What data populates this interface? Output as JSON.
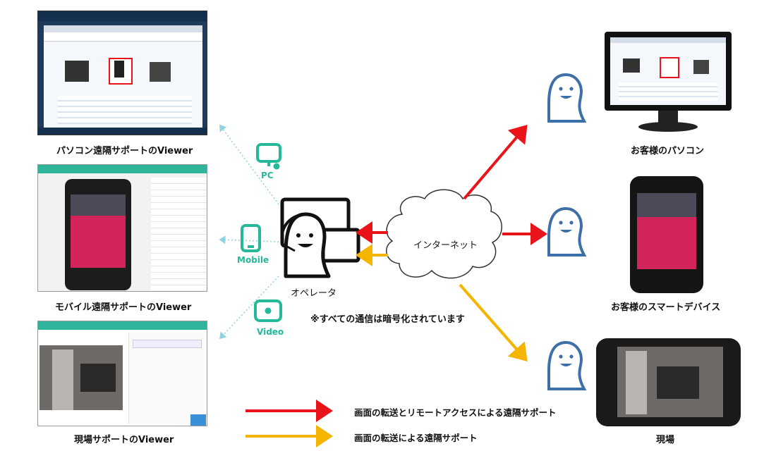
{
  "viewers": {
    "pc": "パソコン遠隔サポートのViewer",
    "mobile": "モバイル遠隔サポートのViewer",
    "field": "現場サポートのViewer"
  },
  "channels": {
    "pc": "PC",
    "mobile": "Mobile",
    "video": "Video"
  },
  "operator": "オペレータ",
  "internet": "インターネット",
  "encryption_note": "※すべての通信は暗号化されています",
  "customers": {
    "pc": "お客様のパソコン",
    "smart": "お客様のスマートデバイス",
    "field": "現場"
  },
  "legend": {
    "red": "画面の転送とリモートアクセスによる遠隔サポート",
    "yellow": "画面の転送による遠隔サポート"
  },
  "colors": {
    "red": "#e8141a",
    "yellow": "#f5b400",
    "teal": "#26b89a",
    "person": "#3d6fa8"
  }
}
